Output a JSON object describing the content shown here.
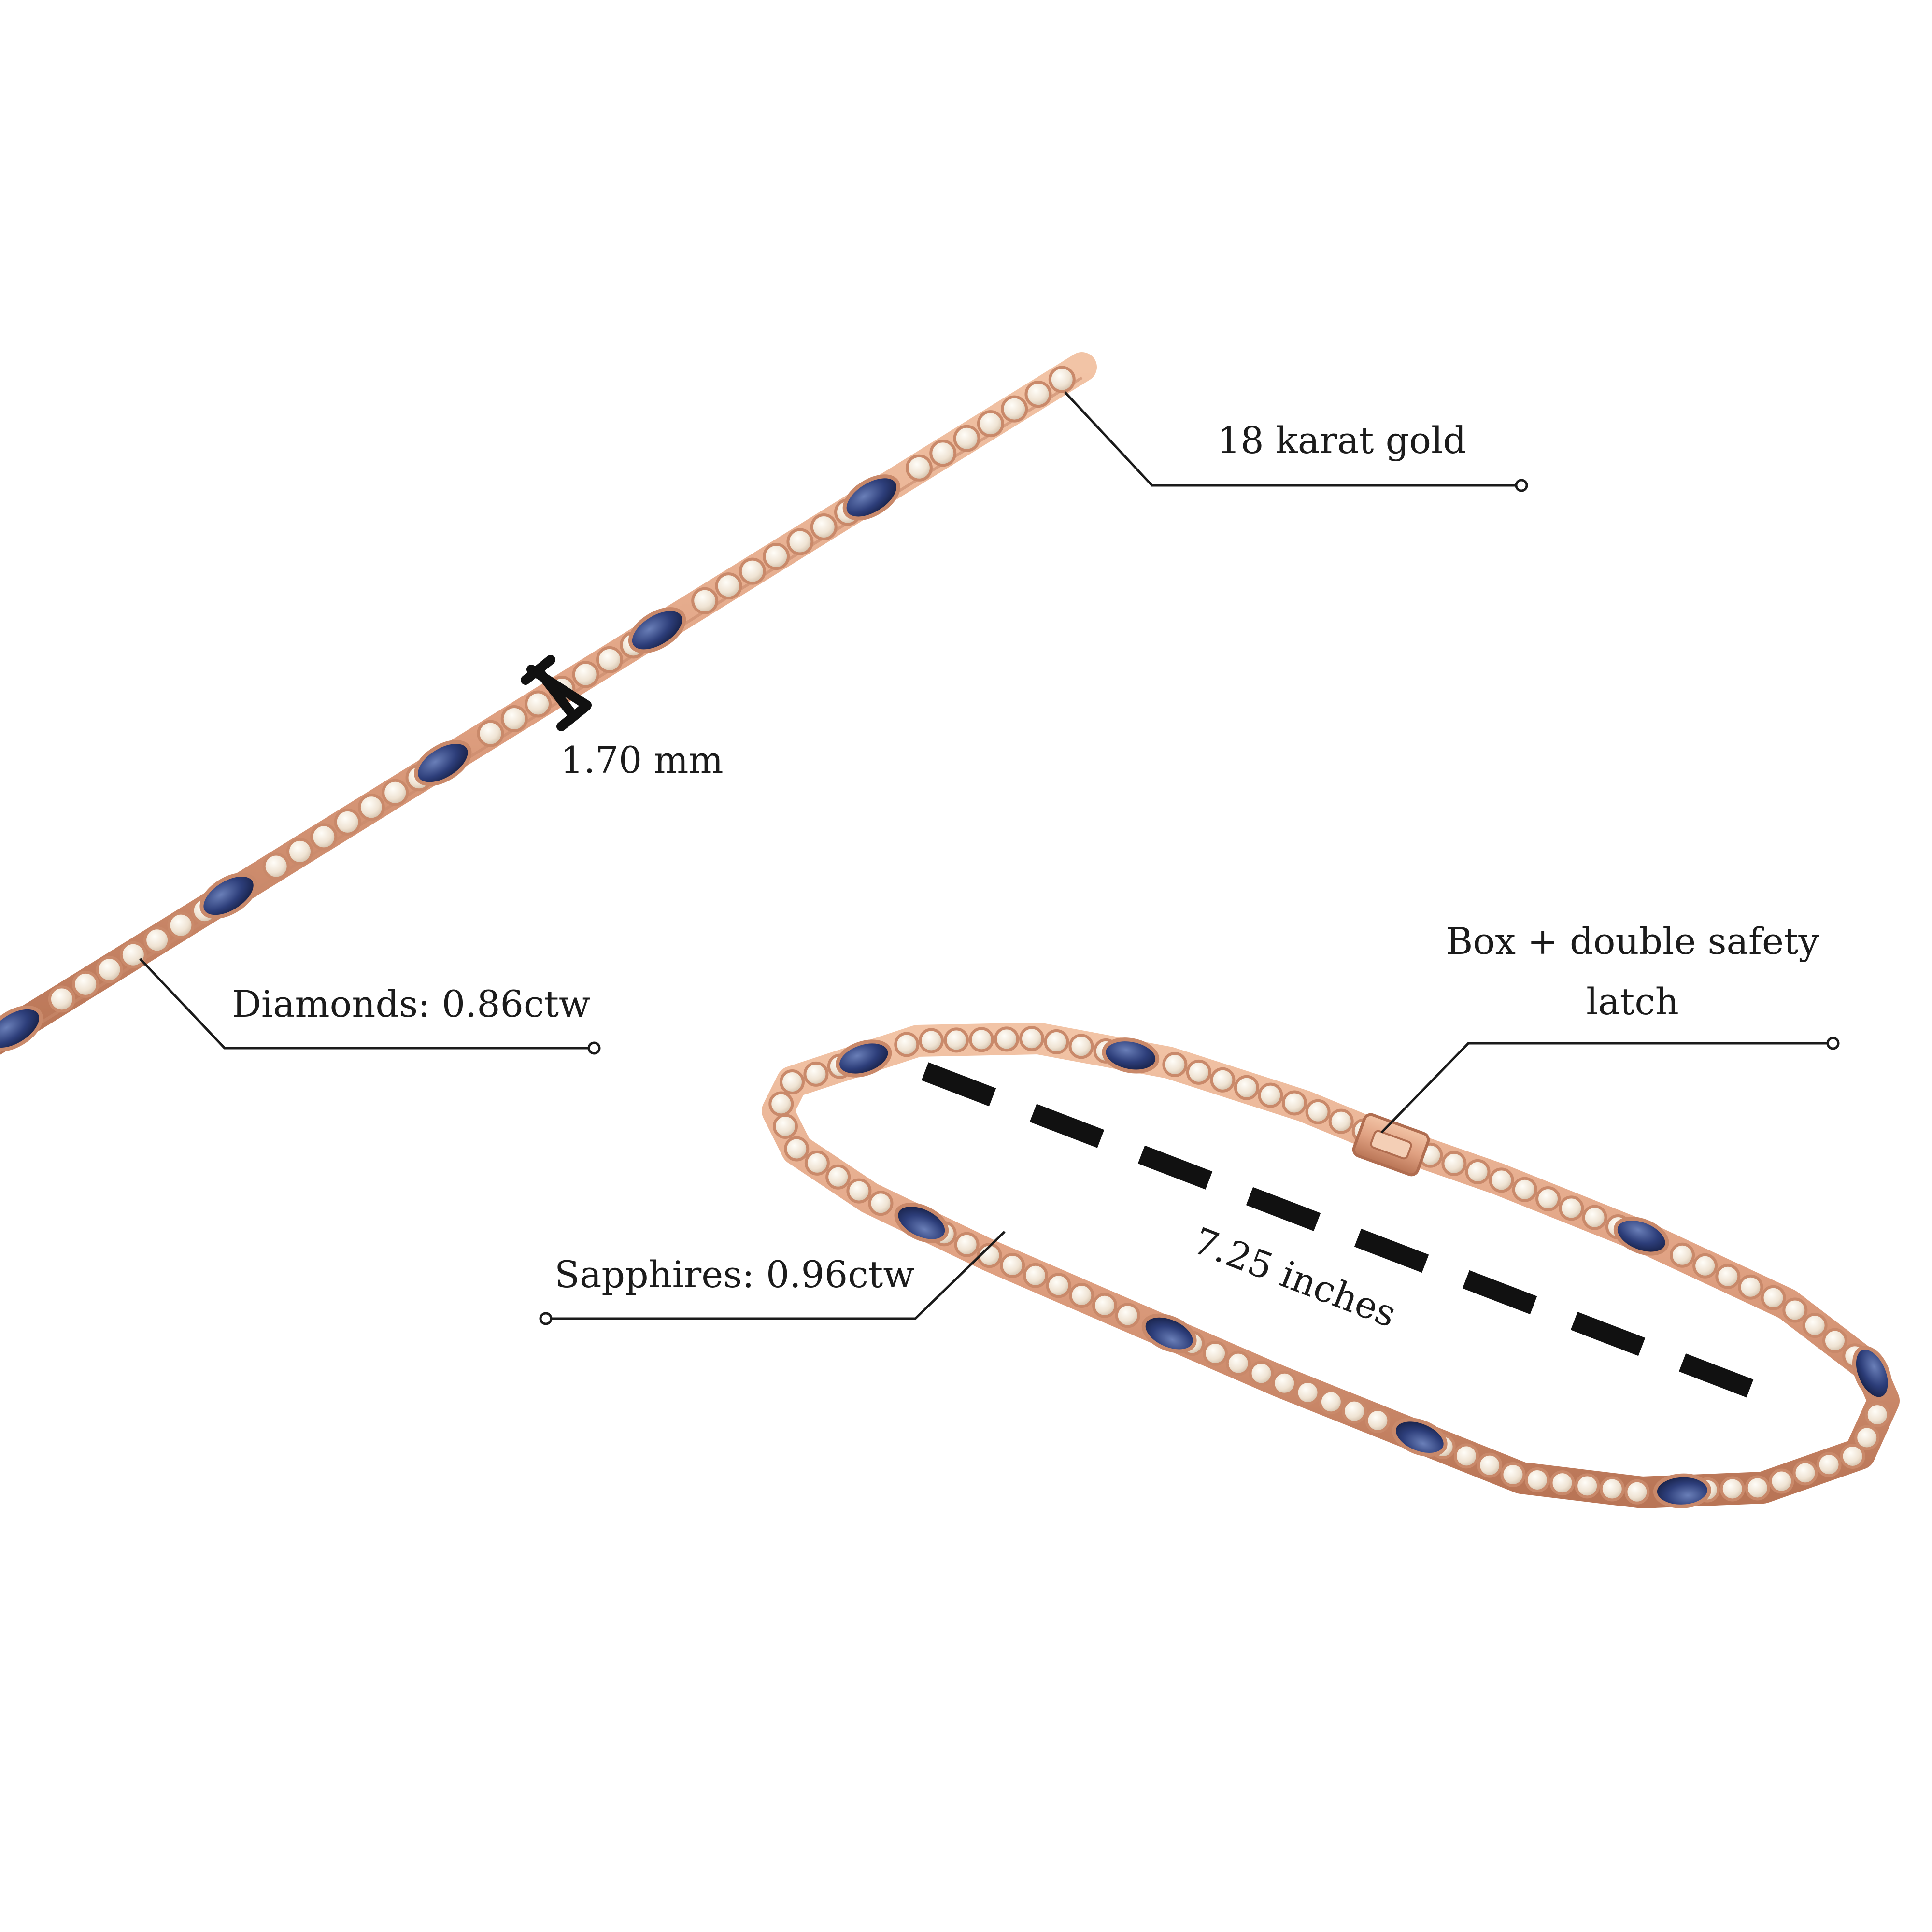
{
  "image": {
    "background": "#ffffff",
    "gold_color": "#e4a98a",
    "sapphire_color": "#2d3e7a",
    "diamond_color": "#f1e7da",
    "annotation_color": "#1b1b1b"
  },
  "callouts": {
    "metal": "18 karat gold",
    "width": "1.70 mm",
    "diamonds": "Diamonds: 0.86ctw",
    "clasp_line1": "Box + double safety",
    "clasp_line2": "latch",
    "sapphires": "Sapphires: 0.96ctw",
    "length": "7.25 inches"
  }
}
